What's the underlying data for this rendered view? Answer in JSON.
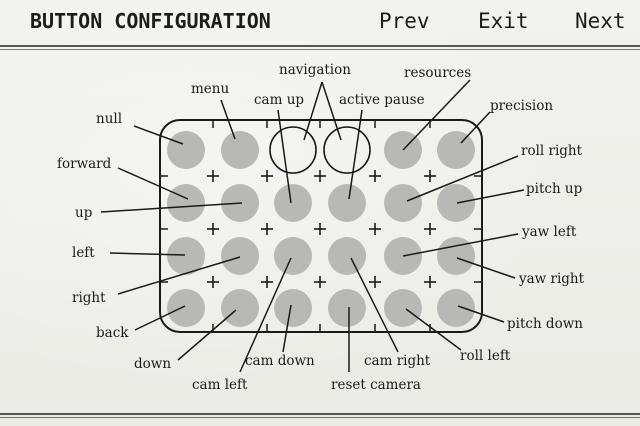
{
  "header": {
    "title": "BUTTON CONFIGURATION",
    "prev_label": "Prev",
    "exit_label": "Exit",
    "next_label": "Next"
  },
  "labels": {
    "null": "null",
    "menu": "menu",
    "navigation": "navigation",
    "cam_up": "cam up",
    "active_pause": "active pause",
    "resources": "resources",
    "precision": "precision",
    "forward": "forward",
    "roll_right": "roll right",
    "up": "up",
    "pitch_up": "pitch up",
    "left": "left",
    "yaw_left": "yaw left",
    "right": "right",
    "yaw_right": "yaw right",
    "back": "back",
    "pitch_down": "pitch down",
    "down": "down",
    "cam_down": "cam down",
    "cam_left": "cam left",
    "cam_right": "cam right",
    "roll_left": "roll left",
    "reset_camera": "reset camera"
  },
  "colors": {
    "button_fill": "#b8b8b6",
    "ink": "#1a1a1a",
    "paper": "#efefea"
  }
}
